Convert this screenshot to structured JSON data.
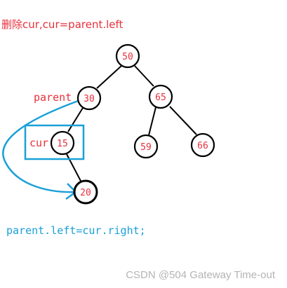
{
  "caption": {
    "title": "删除cur,cur=parent.left",
    "color": "#e8303c"
  },
  "labels": {
    "parent": "parent",
    "cur": "cur",
    "color": "#e8303c"
  },
  "code": {
    "text": "parent.left=cur.right;",
    "color": "#1aa0d8"
  },
  "watermark": {
    "text": "CSDN @504 Gateway Time-out"
  },
  "tree": {
    "nodes": [
      {
        "id": "n50",
        "label": "50"
      },
      {
        "id": "n30",
        "label": "30"
      },
      {
        "id": "n65",
        "label": "65"
      },
      {
        "id": "n15",
        "label": "15"
      },
      {
        "id": "n59",
        "label": "59"
      },
      {
        "id": "n66",
        "label": "66"
      },
      {
        "id": "n20",
        "label": "20"
      }
    ],
    "node_text_color": "#e8303c",
    "highlight_color": "#1aa0d8"
  }
}
